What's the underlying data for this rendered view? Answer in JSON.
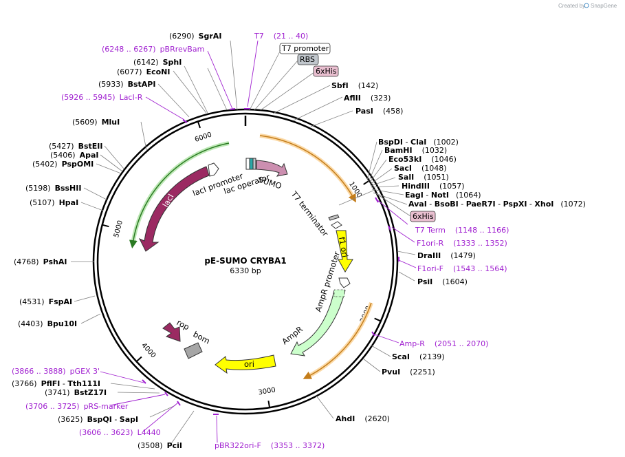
{
  "credit": {
    "prefix": "Created by",
    "brand": "SnapGene"
  },
  "plasmid": {
    "name": "pE-SUMO CRYBA1",
    "size": "6330 bp"
  },
  "ticks": [
    "1000",
    "2000",
    "3000",
    "4000",
    "5000",
    "6000"
  ],
  "features": {
    "sumo": "SUMO",
    "laci_promoter": "lacI promoter",
    "lac_operator": "lac operator",
    "laci": "lacI",
    "t7_terminator": "T7 terminator",
    "f1_ori": "f1 ori",
    "ampr_promoter": "AmpR promoter",
    "ampr": "AmpR",
    "rop": "rop",
    "bom": "bom",
    "ori": "ori"
  },
  "top_boxes": {
    "t7_promoter": "T7 promoter",
    "rbs": "RBS",
    "his": "6xHis"
  },
  "his_box_right": "6xHis",
  "sites": {
    "sgrai": {
      "pos": "(6290)",
      "name": "SgrAI"
    },
    "t7": {
      "name": "T7",
      "range": "(21 .. 40)"
    },
    "pbrrevbam": {
      "range": "(6248 .. 6267)",
      "name": "pBRrevBam"
    },
    "sphi": {
      "pos": "(6142)",
      "name": "SphI"
    },
    "econi": {
      "pos": "(6077)",
      "name": "EcoNI"
    },
    "bstapi": {
      "pos": "(5933)",
      "name": "BstAPI"
    },
    "laci_r": {
      "range": "(5926 .. 5945)",
      "name": "LacI-R"
    },
    "sbfi": {
      "name": "SbfI",
      "pos": "(142)"
    },
    "aflii": {
      "name": "AflII",
      "pos": "(323)"
    },
    "pasi": {
      "name": "PasI",
      "pos": "(458)"
    },
    "mlui": {
      "pos": "(5609)",
      "name": "MluI"
    },
    "bsteii": {
      "pos": "(5427)",
      "name": "BstEII"
    },
    "apai": {
      "pos": "(5406)",
      "name": "ApaI"
    },
    "pspomi": {
      "pos": "(5402)",
      "name": "PspOMI"
    },
    "bspdi": {
      "name": "BspDI",
      "sep": " - ",
      "name2": "ClaI",
      "pos": "(1002)"
    },
    "bamhi": {
      "name": "BamHI",
      "pos": "(1032)"
    },
    "eco53ki": {
      "name": "Eco53kI",
      "pos": "(1046)"
    },
    "saci": {
      "name": "SacI",
      "pos": "(1048)"
    },
    "sali": {
      "name": "SalI",
      "pos": "(1051)"
    },
    "hindiii": {
      "name": "HindIII",
      "pos": "(1057)"
    },
    "eagi": {
      "name": "EagI",
      "sep": " - ",
      "name2": "NotI",
      "pos": "(1064)"
    },
    "avai": {
      "name": "AvaI",
      "n2": "BsoBI",
      "n3": "PaeR7I",
      "n4": "PspXI",
      "n5": "XhoI",
      "sep": " - ",
      "pos": "(1072)"
    },
    "bsshii": {
      "pos": "(5198)",
      "name": "BssHII"
    },
    "hpai": {
      "pos": "(5107)",
      "name": "HpaI"
    },
    "t7term": {
      "name": "T7 Term",
      "range": "(1148 .. 1166)"
    },
    "f1orir": {
      "name": "F1ori-R",
      "range": "(1333 .. 1352)"
    },
    "draiii": {
      "name": "DraIII",
      "pos": "(1479)"
    },
    "f1orif": {
      "name": "F1ori-F",
      "range": "(1543 .. 1564)"
    },
    "psii": {
      "name": "PsiI",
      "pos": "(1604)"
    },
    "pshai": {
      "pos": "(4768)",
      "name": "PshAI"
    },
    "fspai": {
      "pos": "(4531)",
      "name": "FspAI"
    },
    "bpu10i": {
      "pos": "(4403)",
      "name": "Bpu10I"
    },
    "ampr": {
      "name": "Amp-R",
      "range": "(2051 .. 2070)"
    },
    "scai": {
      "name": "ScaI",
      "pos": "(2139)"
    },
    "pvui": {
      "name": "PvuI",
      "pos": "(2251)"
    },
    "pgex3": {
      "range": "(3866 .. 3888)",
      "name": "pGEX 3'"
    },
    "pflfi": {
      "pos": "(3766)",
      "name": "PflFI",
      "sep": " - ",
      "name2": "Tth111I"
    },
    "bstz17i": {
      "pos": "(3741)",
      "name": "BstZ17I"
    },
    "prsmarker": {
      "range": "(3706 .. 3725)",
      "name": "pRS-marker"
    },
    "bspqi": {
      "pos": "(3625)",
      "name": "BspQI",
      "sep": " - ",
      "name2": "SapI"
    },
    "l4440": {
      "range": "(3606 .. 3623)",
      "name": "L4440"
    },
    "pcii": {
      "pos": "(3508)",
      "name": "PciI"
    },
    "pbr322": {
      "name": "pBR322ori-F",
      "range": "(3353 .. 3372)"
    },
    "ahdi": {
      "name": "AhdI",
      "pos": "(2620)"
    }
  },
  "colors": {
    "laci": "#9b2a62",
    "sumo": "#cc8fb0",
    "f1_ori": "#ffff00",
    "ori": "#ffff00",
    "ampr": "#ccffcc",
    "rop": "#9b2a62",
    "bom": "#a6a6a6",
    "primer": "#a020d0",
    "orange_arc": "#f4a534",
    "green_arc": "#37a32e",
    "rbs_box": "#c0c6cc",
    "his_box": "#e9bfd0"
  }
}
